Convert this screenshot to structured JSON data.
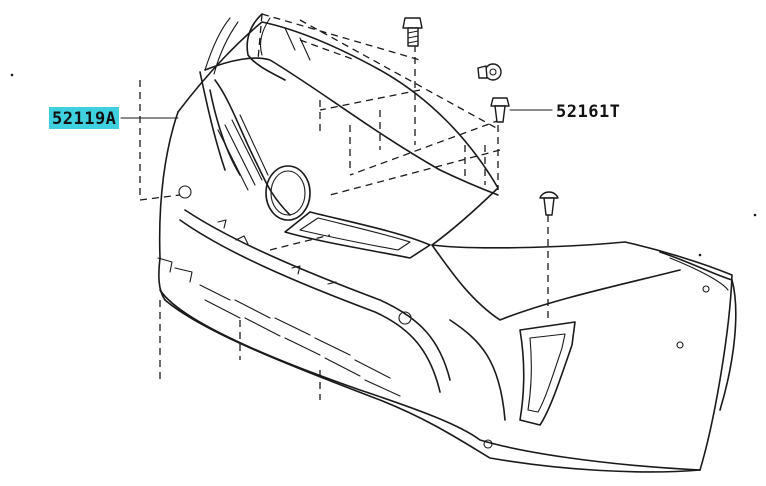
{
  "diagram": {
    "callouts": [
      {
        "id": "bumper-cover",
        "label": "52119A",
        "highlight": "#3fd0e0"
      },
      {
        "id": "clip",
        "label": "52161T",
        "highlight": ""
      }
    ]
  }
}
